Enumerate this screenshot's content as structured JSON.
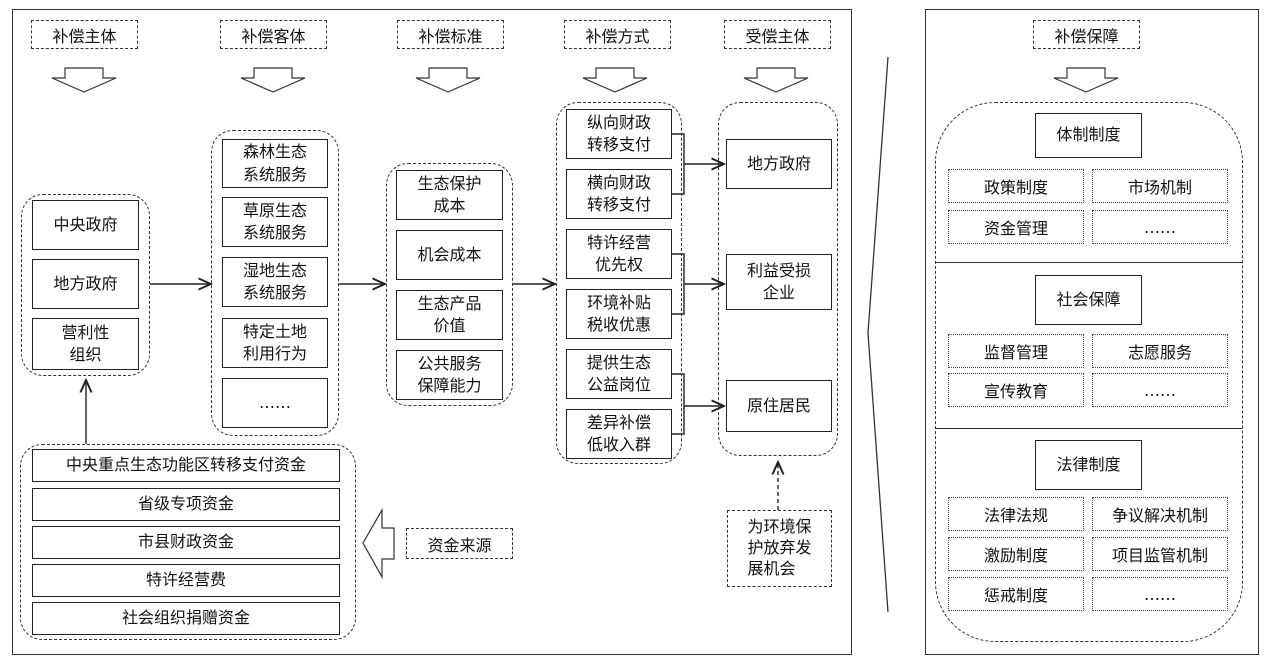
{
  "headers": {
    "subject": "补偿主体",
    "object": "补偿客体",
    "standard": "补偿标准",
    "method": "补偿方式",
    "recipient": "受偿主体",
    "guarantee": "补偿保障"
  },
  "subjects": [
    "中央政府",
    "地方政府",
    "营利性\n组织"
  ],
  "objects": [
    "森林生态\n系统服务",
    "草原生态\n系统服务",
    "湿地生态\n系统服务",
    "特定土地\n利用行为",
    "……"
  ],
  "standards": [
    "生态保护\n成本",
    "机会成本",
    "生态产品\n价值",
    "公共服务\n保障能力"
  ],
  "methods": [
    "纵向财政\n转移支付",
    "横向财政\n转移支付",
    "特许经营\n优先权",
    "环境补贴\n税收优惠",
    "提供生态\n公益岗位",
    "差异补偿\n低收入群"
  ],
  "recipients": [
    "地方政府",
    "利益受损\n企业",
    "原住居民"
  ],
  "opportunity": "为环境保\n护放弃发\n展机会",
  "funds": [
    "中央重点生态功能区转移支付资金",
    "省级专项资金",
    "市县财政资金",
    "特许经营费",
    "社会组织捐赠资金"
  ],
  "fund_source": "资金来源",
  "guarantee_sections": [
    {
      "title": "体制制度",
      "items": [
        "政策制度",
        "市场机制",
        "资金管理",
        "……"
      ]
    },
    {
      "title": "社会保障",
      "items": [
        "监督管理",
        "志愿服务",
        "宣传教育",
        "……"
      ]
    },
    {
      "title": "法律制度",
      "items": [
        "法律法规",
        "争议解决机制",
        "激励制度",
        "项目监管机制",
        "惩戒制度",
        "……"
      ]
    }
  ]
}
